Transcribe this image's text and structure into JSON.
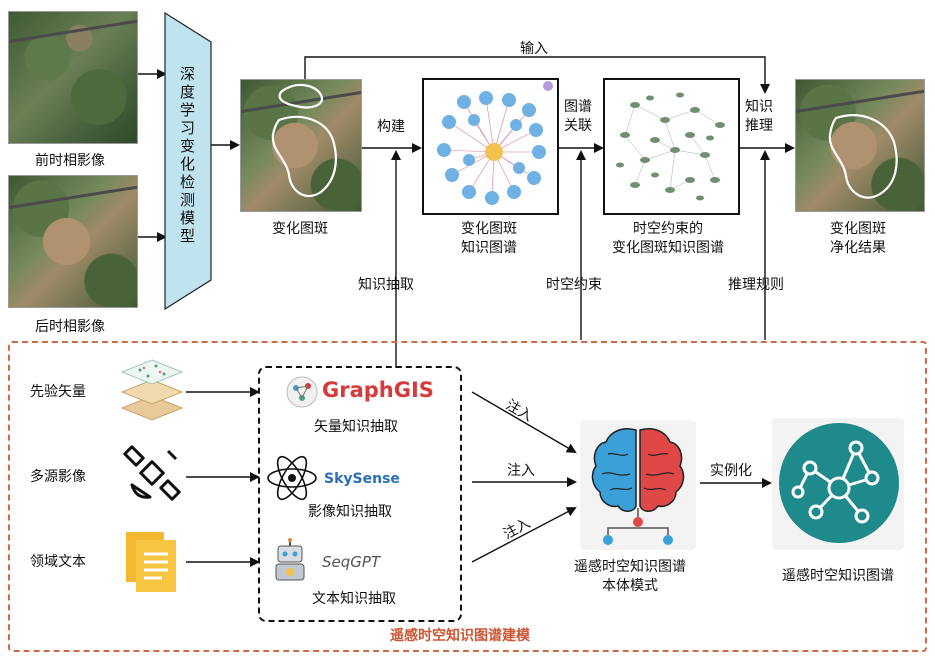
{
  "left": {
    "before_caption": "前时相影像",
    "after_caption": "后时相影像",
    "model_label": "深度学习变化检测模型"
  },
  "top_flow": {
    "input_label": "输入",
    "build_label": "构建",
    "assoc_label_1": "图谱",
    "assoc_label_2": "关联",
    "infer_label_1": "知识",
    "infer_label_2": "推理",
    "patch_caption": "变化图斑",
    "kg_caption_1": "变化图斑",
    "kg_caption_2": "知识图谱",
    "stkg_caption_1": "时空约束的",
    "stkg_caption_2": "变化图斑知识图谱",
    "result_caption_1": "变化图斑",
    "result_caption_2": "净化结果",
    "extract_label": "知识抽取",
    "constraint_label": "时空约束",
    "rule_label": "推理规则"
  },
  "bottom": {
    "section_title": "遥感时空知识图谱建模",
    "sources": [
      "先验矢量",
      "多源影像",
      "领域文本"
    ],
    "tools": [
      {
        "logo": "GraphGIS",
        "caption": "矢量知识抽取"
      },
      {
        "logo": "SkySense",
        "caption": "影像知识抽取"
      },
      {
        "logo": "SeqGPT",
        "caption": "文本知识抽取"
      }
    ],
    "inject_label": "注入",
    "ontology_caption_1": "遥感时空知识图谱",
    "ontology_caption_2": "本体模式",
    "instantiate_label": "实例化",
    "final_caption": "遥感时空知识图谱"
  },
  "colors": {
    "model_fill": "#bfe3ef",
    "dash_orange": "#cc6a4a",
    "graphgis_red": "#d63b3b",
    "skysense_blue": "#2a6fb8",
    "brain_blue": "#3b9fd8",
    "brain_red": "#e04848",
    "final_teal": "#1f8a8c",
    "kg_node_blue": "#6fb1e3",
    "kg_center": "#f2c14e"
  }
}
